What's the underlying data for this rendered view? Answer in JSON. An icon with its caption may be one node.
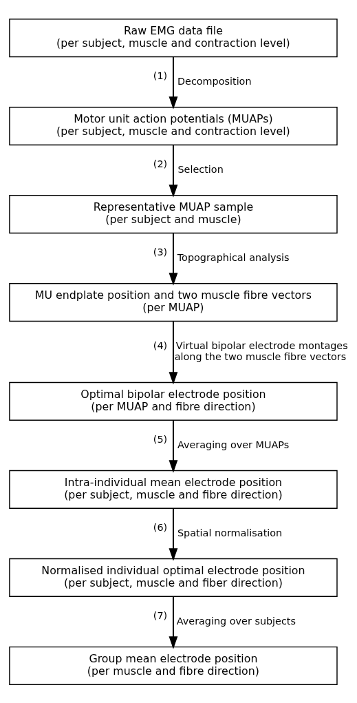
{
  "diagram": {
    "nodes": [
      {
        "text": [
          "Raw EMG data file",
          "(per subject, muscle and contraction level)"
        ]
      },
      {
        "text": [
          "Motor unit action potentials (MUAPs)",
          "(per subject, muscle and contraction level)"
        ]
      },
      {
        "text": [
          "Representative MUAP sample",
          "(per subject and muscle)"
        ]
      },
      {
        "text": [
          "MU endplate position and two muscle fibre vectors",
          "(per MUAP)"
        ]
      },
      {
        "text": [
          "Optimal bipolar electrode position",
          "(per MUAP and fibre direction)"
        ]
      },
      {
        "text": [
          "Intra-individual mean electrode position",
          "(per subject, muscle and fibre direction)"
        ]
      },
      {
        "text": [
          "Normalised individual optimal electrode position (per subject, muscle and fiber direction)"
        ]
      },
      {
        "text": [
          "Group mean electrode position",
          "(per muscle and fibre direction)"
        ]
      }
    ],
    "edges": [
      {
        "from": 0,
        "to": 1,
        "arrow": "to",
        "label": "Decomposition"
      },
      {
        "from": 1,
        "to": 2,
        "arrow": "to",
        "label": "Selection"
      },
      {
        "from": 2,
        "to": 3,
        "arrow": "to",
        "label": "Topographical analysis"
      },
      {
        "from": 3,
        "to": 4,
        "arrow": "to",
        "label": "Virtual bipolar electrode montages along the two muscle fibre vectors"
      },
      {
        "from": 4,
        "to": 5,
        "arrow": "to",
        "label": "Averaging over MUAPs"
      },
      {
        "from": 5,
        "to": 6,
        "arrow": "to",
        "label": "Spatial normalisation"
      },
      {
        "from": 6,
        "to": 7,
        "arrow": "to",
        "label": "Averaging over subjects"
      }
    ],
    "labels": [
      "(1)",
      "(2)",
      "(3)",
      "(4)",
      "(5)",
      "(6)",
      "(7)"
    ]
  }
}
